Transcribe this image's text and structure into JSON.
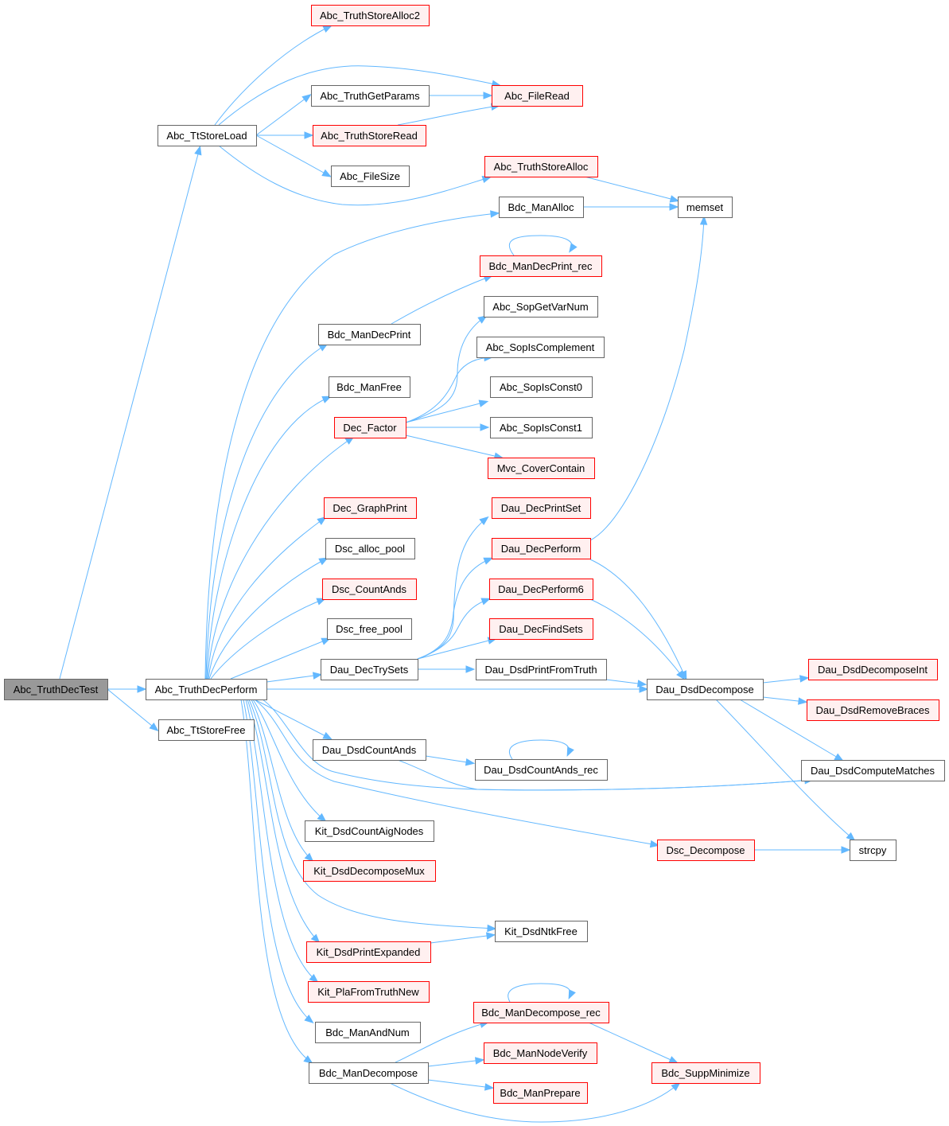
{
  "title": "Abc_TruthDecTest call graph",
  "colors": {
    "edge": "#63b8ff",
    "root_fill": "#999999",
    "root_stroke": "#666666",
    "normal_fill": "#ffffff",
    "normal_stroke": "#666666",
    "red_fill": "#fff0f0",
    "red_stroke": "#ff0000"
  },
  "nodes": [
    {
      "id": "Abc_TruthDecTest",
      "label": "Abc_TruthDecTest",
      "style": "root"
    },
    {
      "id": "Abc_TtStoreLoad",
      "label": "Abc_TtStoreLoad",
      "style": "normal"
    },
    {
      "id": "Abc_TruthDecPerform",
      "label": "Abc_TruthDecPerform",
      "style": "normal"
    },
    {
      "id": "Abc_TtStoreFree",
      "label": "Abc_TtStoreFree",
      "style": "normal"
    },
    {
      "id": "Abc_TruthStoreAlloc2",
      "label": "Abc_TruthStoreAlloc2",
      "style": "red"
    },
    {
      "id": "Abc_TruthGetParams",
      "label": "Abc_TruthGetParams",
      "style": "normal"
    },
    {
      "id": "Abc_FileRead",
      "label": "Abc_FileRead",
      "style": "red"
    },
    {
      "id": "Abc_TruthStoreRead",
      "label": "Abc_TruthStoreRead",
      "style": "red"
    },
    {
      "id": "Abc_FileSize",
      "label": "Abc_FileSize",
      "style": "normal"
    },
    {
      "id": "Abc_TruthStoreAlloc",
      "label": "Abc_TruthStoreAlloc",
      "style": "red"
    },
    {
      "id": "Bdc_ManAlloc",
      "label": "Bdc_ManAlloc",
      "style": "normal"
    },
    {
      "id": "memset",
      "label": "memset",
      "style": "normal"
    },
    {
      "id": "Bdc_ManDecPrint_rec",
      "label": "Bdc_ManDecPrint_rec",
      "style": "red"
    },
    {
      "id": "Bdc_ManDecPrint",
      "label": "Bdc_ManDecPrint",
      "style": "normal"
    },
    {
      "id": "Abc_SopGetVarNum",
      "label": "Abc_SopGetVarNum",
      "style": "normal"
    },
    {
      "id": "Abc_SopIsComplement",
      "label": "Abc_SopIsComplement",
      "style": "normal"
    },
    {
      "id": "Bdc_ManFree",
      "label": "Bdc_ManFree",
      "style": "normal"
    },
    {
      "id": "Abc_SopIsConst0",
      "label": "Abc_SopIsConst0",
      "style": "normal"
    },
    {
      "id": "Dec_Factor",
      "label": "Dec_Factor",
      "style": "red"
    },
    {
      "id": "Abc_SopIsConst1",
      "label": "Abc_SopIsConst1",
      "style": "normal"
    },
    {
      "id": "Mvc_CoverContain",
      "label": "Mvc_CoverContain",
      "style": "red"
    },
    {
      "id": "Dec_GraphPrint",
      "label": "Dec_GraphPrint",
      "style": "red"
    },
    {
      "id": "Dau_DecPrintSet",
      "label": "Dau_DecPrintSet",
      "style": "red"
    },
    {
      "id": "Dsc_alloc_pool",
      "label": "Dsc_alloc_pool",
      "style": "normal"
    },
    {
      "id": "Dau_DecPerform",
      "label": "Dau_DecPerform",
      "style": "red"
    },
    {
      "id": "Dsc_CountAnds",
      "label": "Dsc_CountAnds",
      "style": "red"
    },
    {
      "id": "Dau_DecPerform6",
      "label": "Dau_DecPerform6",
      "style": "red"
    },
    {
      "id": "Dsc_free_pool",
      "label": "Dsc_free_pool",
      "style": "normal"
    },
    {
      "id": "Dau_DecFindSets",
      "label": "Dau_DecFindSets",
      "style": "red"
    },
    {
      "id": "Dau_DecTrySets",
      "label": "Dau_DecTrySets",
      "style": "normal"
    },
    {
      "id": "Dau_DsdPrintFromTruth",
      "label": "Dau_DsdPrintFromTruth",
      "style": "normal"
    },
    {
      "id": "Dau_DsdDecomposeInt",
      "label": "Dau_DsdDecomposeInt",
      "style": "red"
    },
    {
      "id": "Dau_DsdDecompose",
      "label": "Dau_DsdDecompose",
      "style": "normal"
    },
    {
      "id": "Dau_DsdRemoveBraces",
      "label": "Dau_DsdRemoveBraces",
      "style": "red"
    },
    {
      "id": "Dau_DsdCountAnds",
      "label": "Dau_DsdCountAnds",
      "style": "normal"
    },
    {
      "id": "Dau_DsdCountAnds_rec",
      "label": "Dau_DsdCountAnds_rec",
      "style": "normal"
    },
    {
      "id": "Dau_DsdComputeMatches",
      "label": "Dau_DsdComputeMatches",
      "style": "normal"
    },
    {
      "id": "Kit_DsdCountAigNodes",
      "label": "Kit_DsdCountAigNodes",
      "style": "normal"
    },
    {
      "id": "Dsc_Decompose",
      "label": "Dsc_Decompose",
      "style": "red"
    },
    {
      "id": "strcpy",
      "label": "strcpy",
      "style": "normal"
    },
    {
      "id": "Kit_DsdDecomposeMux",
      "label": "Kit_DsdDecomposeMux",
      "style": "red"
    },
    {
      "id": "Kit_DsdNtkFree",
      "label": "Kit_DsdNtkFree",
      "style": "normal"
    },
    {
      "id": "Kit_DsdPrintExpanded",
      "label": "Kit_DsdPrintExpanded",
      "style": "red"
    },
    {
      "id": "Kit_PlaFromTruthNew",
      "label": "Kit_PlaFromTruthNew",
      "style": "red"
    },
    {
      "id": "Bdc_ManDecompose_rec",
      "label": "Bdc_ManDecompose_rec",
      "style": "red"
    },
    {
      "id": "Bdc_ManAndNum",
      "label": "Bdc_ManAndNum",
      "style": "normal"
    },
    {
      "id": "Bdc_ManNodeVerify",
      "label": "Bdc_ManNodeVerify",
      "style": "red"
    },
    {
      "id": "Bdc_ManDecompose",
      "label": "Bdc_ManDecompose",
      "style": "normal"
    },
    {
      "id": "Bdc_SuppMinimize",
      "label": "Bdc_SuppMinimize",
      "style": "red"
    },
    {
      "id": "Bdc_ManPrepare",
      "label": "Bdc_ManPrepare",
      "style": "red"
    }
  ],
  "edges": [
    [
      "Abc_TruthDecTest",
      "Abc_TtStoreLoad"
    ],
    [
      "Abc_TruthDecTest",
      "Abc_TruthDecPerform"
    ],
    [
      "Abc_TruthDecTest",
      "Abc_TtStoreFree"
    ],
    [
      "Abc_TtStoreLoad",
      "Abc_TruthStoreAlloc2"
    ],
    [
      "Abc_TtStoreLoad",
      "Abc_FileRead"
    ],
    [
      "Abc_TtStoreLoad",
      "Abc_TruthGetParams"
    ],
    [
      "Abc_TtStoreLoad",
      "Abc_TruthStoreRead"
    ],
    [
      "Abc_TtStoreLoad",
      "Abc_FileSize"
    ],
    [
      "Abc_TtStoreLoad",
      "Abc_TruthStoreAlloc"
    ],
    [
      "Abc_TruthGetParams",
      "Abc_FileRead"
    ],
    [
      "Abc_TruthStoreRead",
      "Abc_FileRead"
    ],
    [
      "Abc_TruthStoreAlloc",
      "memset"
    ],
    [
      "Bdc_ManAlloc",
      "memset"
    ],
    [
      "Abc_TruthDecPerform",
      "Bdc_ManAlloc"
    ],
    [
      "Abc_TruthDecPerform",
      "Bdc_ManDecPrint"
    ],
    [
      "Abc_TruthDecPerform",
      "Bdc_ManFree"
    ],
    [
      "Abc_TruthDecPerform",
      "Dec_Factor"
    ],
    [
      "Abc_TruthDecPerform",
      "Dec_GraphPrint"
    ],
    [
      "Abc_TruthDecPerform",
      "Dsc_alloc_pool"
    ],
    [
      "Abc_TruthDecPerform",
      "Dsc_CountAnds"
    ],
    [
      "Abc_TruthDecPerform",
      "Dsc_free_pool"
    ],
    [
      "Abc_TruthDecPerform",
      "Dau_DecTrySets"
    ],
    [
      "Abc_TruthDecPerform",
      "Dau_DsdDecompose"
    ],
    [
      "Abc_TruthDecPerform",
      "Dau_DsdCountAnds"
    ],
    [
      "Abc_TruthDecPerform",
      "Dau_DsdComputeMatches"
    ],
    [
      "Abc_TruthDecPerform",
      "Dsc_Decompose"
    ],
    [
      "Abc_TruthDecPerform",
      "Kit_DsdCountAigNodes"
    ],
    [
      "Abc_TruthDecPerform",
      "Kit_DsdDecomposeMux"
    ],
    [
      "Abc_TruthDecPerform",
      "Kit_DsdNtkFree"
    ],
    [
      "Abc_TruthDecPerform",
      "Kit_DsdPrintExpanded"
    ],
    [
      "Abc_TruthDecPerform",
      "Kit_PlaFromTruthNew"
    ],
    [
      "Abc_TruthDecPerform",
      "Bdc_ManAndNum"
    ],
    [
      "Abc_TruthDecPerform",
      "Bdc_ManDecompose"
    ],
    [
      "Bdc_ManDecPrint",
      "Bdc_ManDecPrint_rec"
    ],
    [
      "Bdc_ManDecPrint_rec",
      "Bdc_ManDecPrint_rec"
    ],
    [
      "Dec_Factor",
      "Abc_SopGetVarNum"
    ],
    [
      "Dec_Factor",
      "Abc_SopIsComplement"
    ],
    [
      "Dec_Factor",
      "Abc_SopIsConst0"
    ],
    [
      "Dec_Factor",
      "Abc_SopIsConst1"
    ],
    [
      "Dec_Factor",
      "Mvc_CoverContain"
    ],
    [
      "Dau_DecTrySets",
      "Dau_DecPrintSet"
    ],
    [
      "Dau_DecTrySets",
      "Dau_DecPerform"
    ],
    [
      "Dau_DecTrySets",
      "Dau_DecPerform6"
    ],
    [
      "Dau_DecTrySets",
      "Dau_DecFindSets"
    ],
    [
      "Dau_DecTrySets",
      "Dau_DsdPrintFromTruth"
    ],
    [
      "Dau_DecPerform",
      "memset"
    ],
    [
      "Dau_DecPerform",
      "Dau_DsdDecompose"
    ],
    [
      "Dau_DecPerform6",
      "Dau_DsdDecompose"
    ],
    [
      "Dau_DsdPrintFromTruth",
      "Dau_DsdDecompose"
    ],
    [
      "Dau_DsdDecompose",
      "Dau_DsdDecomposeInt"
    ],
    [
      "Dau_DsdDecompose",
      "Dau_DsdRemoveBraces"
    ],
    [
      "Dau_DsdDecompose",
      "Dau_DsdComputeMatches"
    ],
    [
      "Dau_DsdDecompose",
      "strcpy"
    ],
    [
      "Dau_DsdCountAnds",
      "Dau_DsdCountAnds_rec"
    ],
    [
      "Dau_DsdCountAnds",
      "Dau_DsdComputeMatches"
    ],
    [
      "Dau_DsdCountAnds_rec",
      "Dau_DsdCountAnds_rec"
    ],
    [
      "Dsc_Decompose",
      "strcpy"
    ],
    [
      "Kit_DsdPrintExpanded",
      "Kit_DsdNtkFree"
    ],
    [
      "Bdc_ManDecompose",
      "Bdc_ManDecompose_rec"
    ],
    [
      "Bdc_ManDecompose",
      "Bdc_ManNodeVerify"
    ],
    [
      "Bdc_ManDecompose",
      "Bdc_ManPrepare"
    ],
    [
      "Bdc_ManDecompose",
      "Bdc_SuppMinimize"
    ],
    [
      "Bdc_ManDecompose_rec",
      "Bdc_ManDecompose_rec"
    ],
    [
      "Bdc_ManDecompose_rec",
      "Bdc_SuppMinimize"
    ]
  ]
}
